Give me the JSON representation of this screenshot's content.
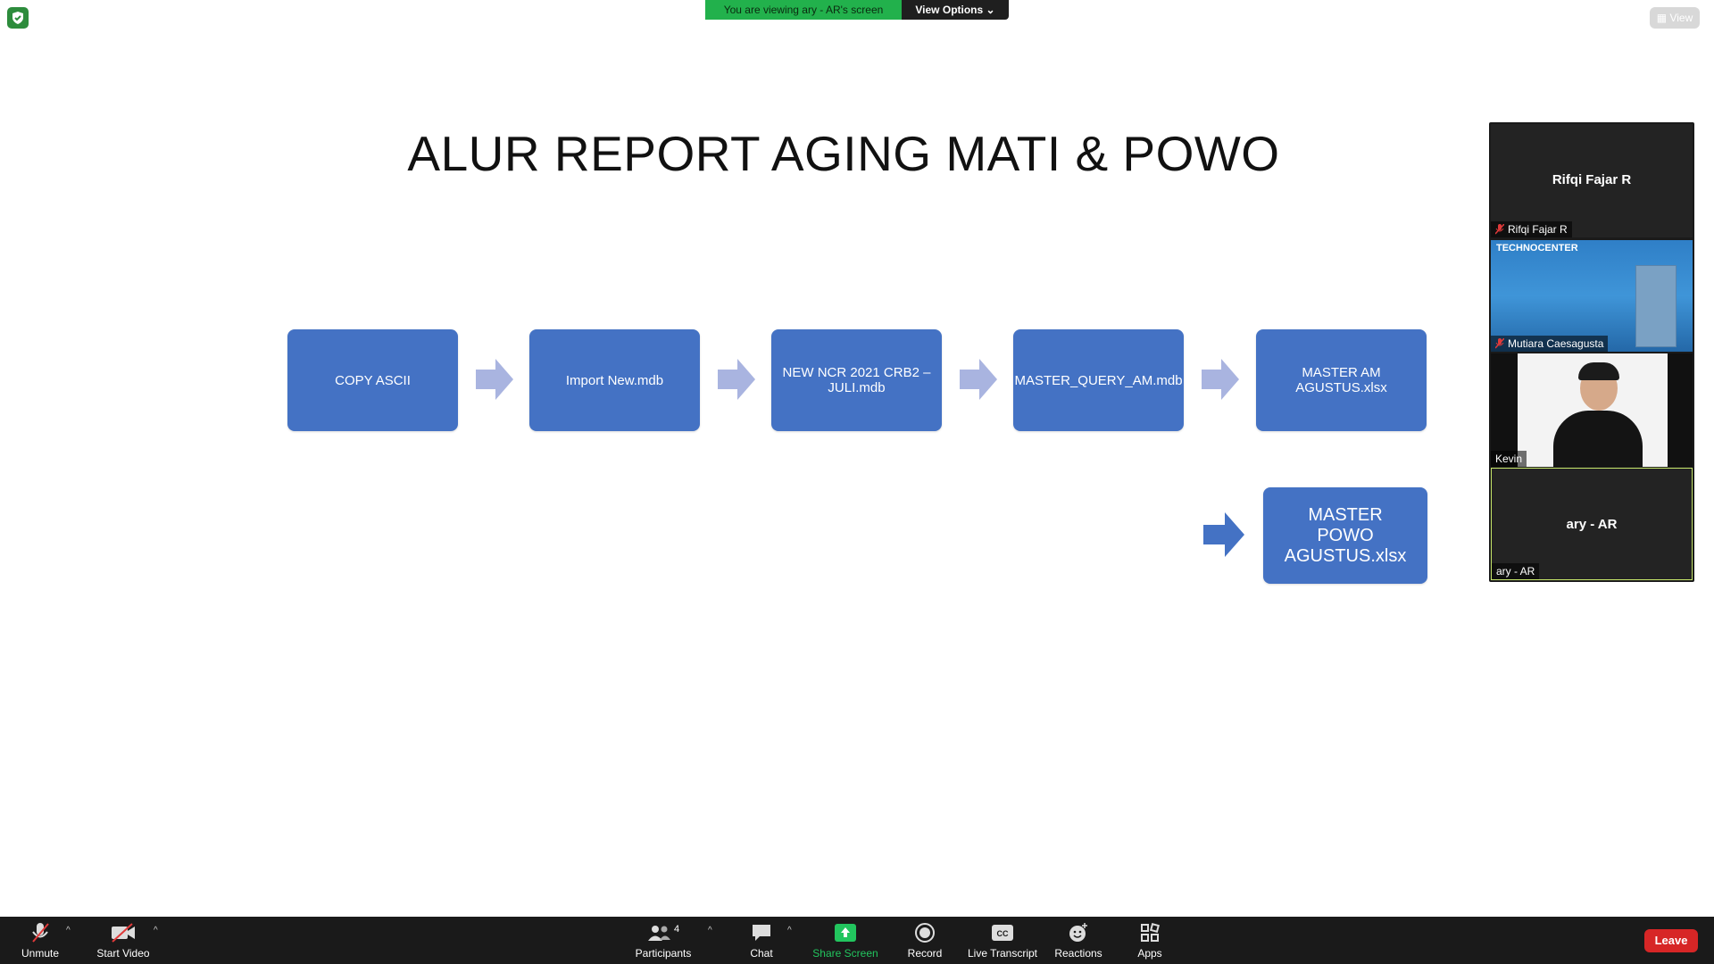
{
  "top": {
    "viewing_text": "You are viewing ary - AR's screen",
    "view_options": "View Options",
    "view_label": "View"
  },
  "slide": {
    "title": "ALUR REPORT AGING MATI & POWO",
    "steps": [
      "COPY ASCII",
      "Import New.mdb",
      "NEW NCR 2021 CRB2 – JULI.mdb",
      "MASTER_QUERY_AM.mdb",
      "MASTER AM AGUSTUS.xlsx"
    ],
    "final_step": "MASTER POWO AGUSTUS.xlsx",
    "box_color": "#4472c4",
    "arrow_color": "#a9b4e0"
  },
  "participants": {
    "tile1_center": "Rifqi Fajar R",
    "tile1_label": "Rifqi Fajar R",
    "tile2_banner": "TECHNOCENTER",
    "tile2_label": "Mutiara Caesagusta",
    "tile3_label": "Kevin",
    "tile4_center": "ary - AR",
    "tile4_label": "ary - AR"
  },
  "toolbar": {
    "unmute": "Unmute",
    "start_video": "Start Video",
    "participants": "Participants",
    "participants_count": "4",
    "chat": "Chat",
    "share_screen": "Share Screen",
    "record": "Record",
    "live_transcript": "Live Transcript",
    "reactions": "Reactions",
    "apps": "Apps",
    "leave": "Leave"
  }
}
